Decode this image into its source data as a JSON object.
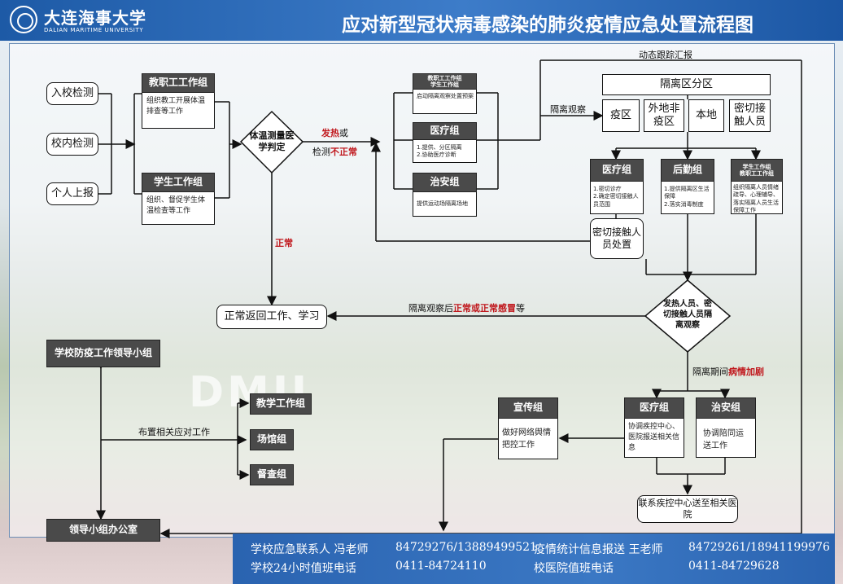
{
  "header": {
    "university_cn": "大连海事大学",
    "university_en": "DALIAN MARITIME UNIVERSITY",
    "title": "应对新型冠状病毒感染的肺炎疫情应急处置流程图"
  },
  "watermark": "DMU",
  "entry": [
    "入校检测",
    "校内检测",
    "个人上报"
  ],
  "staff_group": {
    "title": "教职工工作组",
    "desc": "组织教工开展体温排查等工作"
  },
  "student_group": {
    "title": "学生工作组",
    "desc": "组织、督促学生体温检查等工作"
  },
  "judge": "体温测量医学判定",
  "fever_text": {
    "a": "发热",
    "b": "或",
    "c": "检测",
    "d": "不正常"
  },
  "normal_text": "正常",
  "return_box": "正常返回工作、学习",
  "mid_col": {
    "g1_title": "教职工工作组\n学生工作组",
    "g1_desc": "启动隔离观察处置预案",
    "g2_title": "医疗组",
    "g2_desc": "1.提供、分区隔离\n2.协助医疗诊断",
    "g3_title": "治安组",
    "g3_desc": "提供运动场隔离场地"
  },
  "tracking": "动态跟踪汇报",
  "isolation_obs": "隔离观察",
  "zone": {
    "title": "隔离区分区",
    "items": [
      "疫区",
      "外地非疫区",
      "本地",
      "密切接触人员"
    ]
  },
  "right_groups": [
    {
      "title": "医疗组",
      "desc": "1.密切诊疗\n2.确定密切接触人员范围"
    },
    {
      "title": "后勤组",
      "desc": "1.提供隔离区生活保障\n2.落实消毒制度"
    },
    {
      "title": "学生工作组\n教职工工作组",
      "desc": "组织隔离人员情绪疏导、心理辅导、落实隔离人员生活保障工作"
    }
  ],
  "close_contact": "密切接触人员处置",
  "diamond2": "发热人员、密切接触人员隔离观察",
  "after_obs": {
    "a": "隔离观察后",
    "b": "正常或正常感冒",
    "c": "等"
  },
  "worsen": {
    "a": "隔离期间",
    "b": "病情加剧"
  },
  "leader_group": "学校防疫工作领导小组",
  "deploy": "布置相关应对工作",
  "sub_groups": [
    "教学工作组",
    "场馆组",
    "督查组"
  ],
  "office": "领导小组办公室",
  "publicity": {
    "title": "宣传组",
    "desc": "做好网络舆情把控工作"
  },
  "medical2": {
    "title": "医疗组",
    "desc": "协调疾控中心、医院报送相关信息"
  },
  "security2": {
    "title": "治安组",
    "desc": "协调陪同运送工作"
  },
  "cdc": "联系疾控中心送至相关医院",
  "footer": {
    "l1a": "学校应急联系人 冯老师",
    "l1b": "84729276/13889499521",
    "l1c": "疫情统计信息报送 王老师",
    "l1d": "84729261/18941199976",
    "l2a": "学校24小时值班电话",
    "l2b": "0411-84724110",
    "l2c": "校医院值班电话",
    "l2d": "0411-84729628"
  },
  "colors": {
    "header": "#2a63b0",
    "accent_red": "#c0171c",
    "dark_box": "#4a4a4a"
  }
}
